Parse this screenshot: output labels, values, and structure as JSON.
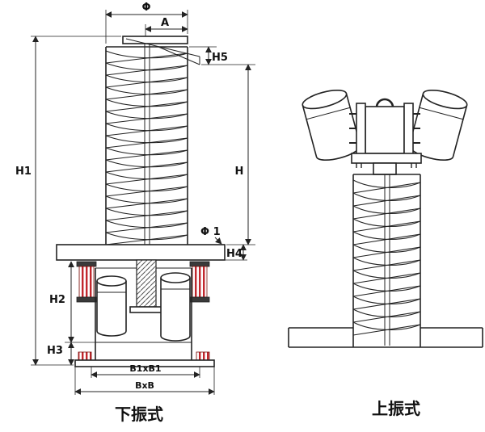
{
  "diagram": {
    "captions": {
      "left": "下振式",
      "right": "上振式"
    },
    "dims": {
      "phi": "Φ",
      "a": "A",
      "h5": "H5",
      "h1": "H1",
      "h": "H",
      "phi1": "Φ 1",
      "h4": "H4",
      "h2": "H2",
      "h3": "H3",
      "b1xb1": "B1xB1",
      "bxb": "BxB"
    },
    "colors": {
      "spring": "#c1272d",
      "line": "#232323",
      "background": "#ffffff"
    }
  }
}
